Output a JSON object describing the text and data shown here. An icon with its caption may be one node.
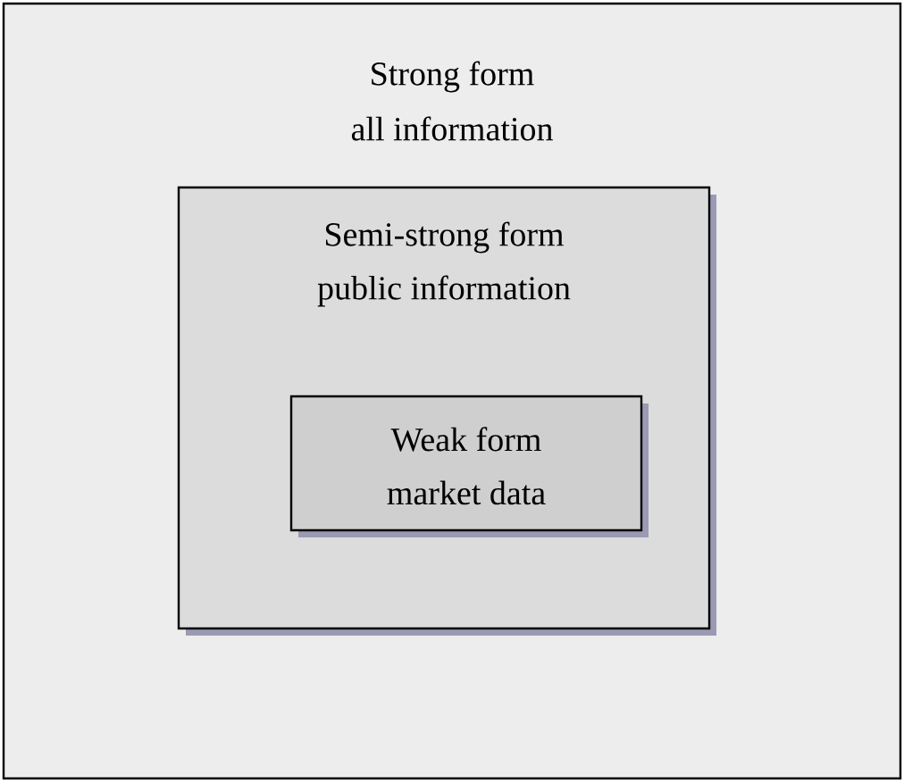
{
  "diagram": {
    "nodes": [
      {
        "text": [
          "Strong form",
          "all information"
        ]
      },
      {
        "text": [
          "Semi-strong form",
          "public information"
        ],
        "in": 0
      },
      {
        "text": [
          "Weak form",
          "market data"
        ],
        "in": 1
      }
    ]
  }
}
